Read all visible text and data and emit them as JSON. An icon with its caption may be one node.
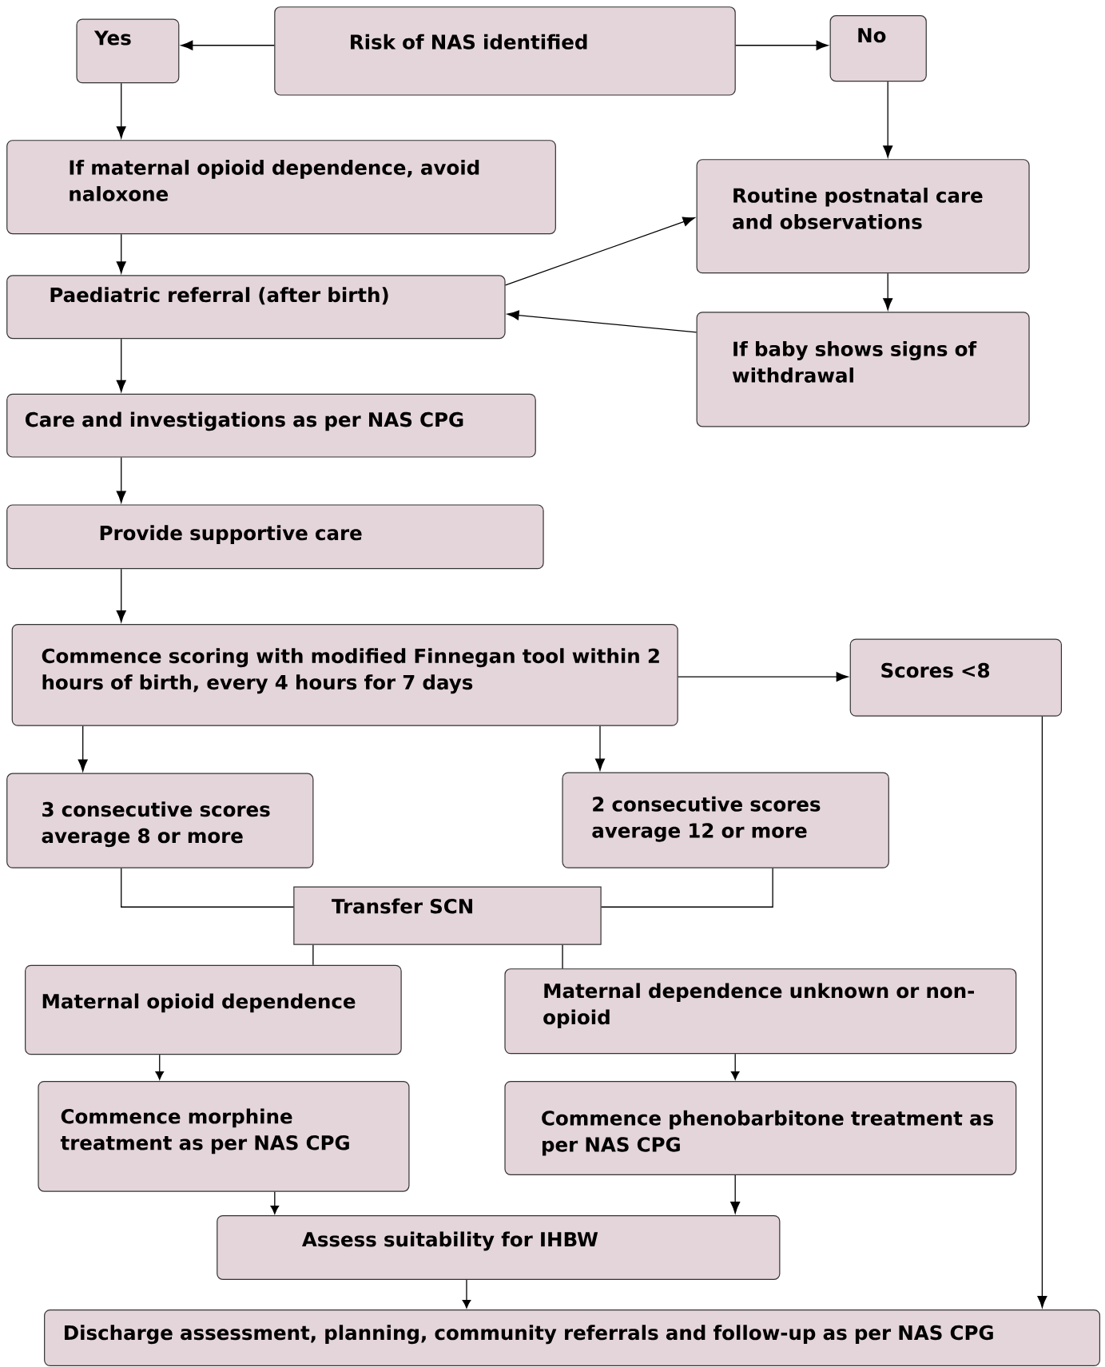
{
  "diagram": {
    "nodes": [
      {
        "text": [
          "Risk of NAS identified"
        ]
      },
      {
        "text": [
          "Yes"
        ]
      },
      {
        "text": [
          "No"
        ]
      },
      {
        "text": [
          "If maternal opioid dependence, avoid naloxone"
        ]
      },
      {
        "text": [
          "Routine postnatal care and observations"
        ]
      },
      {
        "text": [
          "Paediatric referral (after birth)"
        ]
      },
      {
        "text": [
          "If baby shows signs of withdrawal"
        ]
      },
      {
        "text": [
          "Care and investigations as per NAS CPG"
        ]
      },
      {
        "text": [
          "Provide supportive care"
        ]
      },
      {
        "text": [
          "Commence scoring with modified Finnegan tool within 2 hours of birth, every 4 hours for 7 days"
        ]
      },
      {
        "text": [
          "Scores <8"
        ]
      },
      {
        "text": [
          "3 consecutive scores average 8 or more"
        ]
      },
      {
        "text": [
          "2 consecutive scores average 12 or more"
        ]
      },
      {
        "text": [
          "Transfer SCN"
        ]
      },
      {
        "text": [
          "Maternal opioid dependence"
        ]
      },
      {
        "text": [
          "Maternal dependence unknown or non-opioid"
        ]
      },
      {
        "text": [
          "Commence morphine treatment as per NAS CPG"
        ]
      },
      {
        "text": [
          "Commence phenobarbitone treatment as per NAS CPG"
        ]
      },
      {
        "text": [
          "Assess suitability for IHBW"
        ]
      },
      {
        "text": [
          "Discharge assessment, planning, community referrals and follow-up as per NAS CPG"
        ]
      }
    ],
    "edges": [
      {
        "from": 0,
        "to": 1,
        "arrow": "to"
      },
      {
        "from": 0,
        "to": 2,
        "arrow": "to"
      },
      {
        "from": 1,
        "to": 3,
        "arrow": "to"
      },
      {
        "from": 2,
        "to": 4,
        "arrow": "to"
      },
      {
        "from": 3,
        "to": 5,
        "arrow": "to"
      },
      {
        "from": 5,
        "to": 4,
        "arrow": "to"
      },
      {
        "from": 4,
        "to": 6,
        "arrow": "to"
      },
      {
        "from": 6,
        "to": 5,
        "arrow": "to"
      },
      {
        "from": 5,
        "to": 7,
        "arrow": "to"
      },
      {
        "from": 7,
        "to": 8,
        "arrow": "to"
      },
      {
        "from": 8,
        "to": 9,
        "arrow": "to"
      },
      {
        "from": 9,
        "to": 10,
        "arrow": "to"
      },
      {
        "from": 9,
        "to": 11,
        "arrow": "to"
      },
      {
        "from": 9,
        "to": 12,
        "arrow": "to"
      },
      {
        "from": 11,
        "to": 13,
        "arrow": "none"
      },
      {
        "from": 12,
        "to": 13,
        "arrow": "none"
      },
      {
        "from": 13,
        "to": 14,
        "arrow": "none"
      },
      {
        "from": 13,
        "to": 15,
        "arrow": "none"
      },
      {
        "from": 14,
        "to": 16,
        "arrow": "to"
      },
      {
        "from": 15,
        "to": 17,
        "arrow": "to"
      },
      {
        "from": 16,
        "to": 18,
        "arrow": "to"
      },
      {
        "from": 17,
        "to": 18,
        "arrow": "to"
      },
      {
        "from": 18,
        "to": 19,
        "arrow": "to"
      },
      {
        "from": 10,
        "to": 19,
        "arrow": "to"
      }
    ]
  }
}
